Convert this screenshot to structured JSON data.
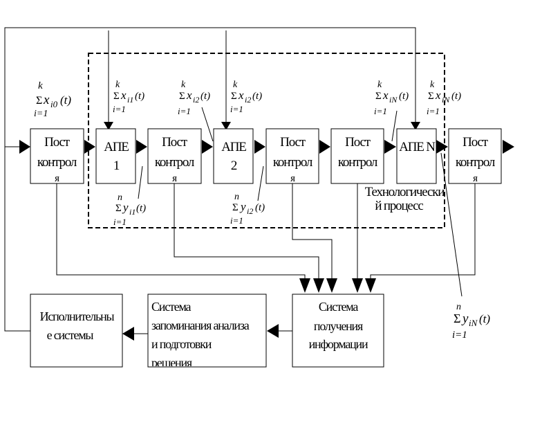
{
  "blocks": {
    "post": "Пост контрол я",
    "post_line1": "Пост",
    "post_line2": "контрол",
    "post_line3": "я",
    "ape1_line1": "АПЕ",
    "ape1_line2": "1",
    "ape2_line1": "АПЕ",
    "ape2_line2": "2",
    "apeN": "АПЕ N",
    "tech_line1": "Технологически",
    "tech_line2": "й процесс",
    "recv_line1": "Система",
    "recv_line2": "получения",
    "recv_line3": "информации",
    "store_line1": "Система",
    "store_line2": "запоминания анализа",
    "store_line3": "и подготовки",
    "store_line4": "решения",
    "exec_line1": "Исполнительны",
    "exec_line2": "е системы"
  },
  "formulas": {
    "upper_k": "k",
    "upper_n": "n",
    "lower_i1": "i=1",
    "sigma": "Σ",
    "x_i0": "x",
    "sub_i0": "i0",
    "sub_i1": "i1",
    "sub_i2": "i2",
    "sub_iN": "iN",
    "y": "y",
    "t_arg": "(t)"
  }
}
